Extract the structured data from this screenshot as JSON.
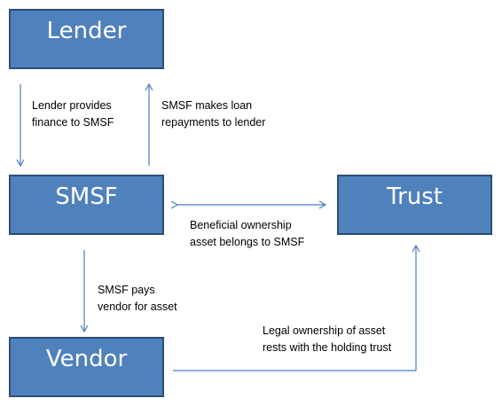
{
  "nodes": {
    "lender": "Lender",
    "smsf": "SMSF",
    "trust": "Trust",
    "vendor": "Vendor"
  },
  "edges": {
    "lender_to_smsf": "Lender provides\nfinance to SMSF",
    "smsf_to_lender": "SMSF makes loan\nrepayments to lender",
    "smsf_trust": "Beneficial ownership\nasset belongs to SMSF",
    "smsf_to_vendor": "SMSF pays\nvendor for asset",
    "vendor_to_trust": "Legal ownership of asset\nrests with the holding trust"
  },
  "colors": {
    "box_fill": "#4f81bd",
    "box_border": "#2c4d75",
    "arrow": "#4a7ebb"
  }
}
